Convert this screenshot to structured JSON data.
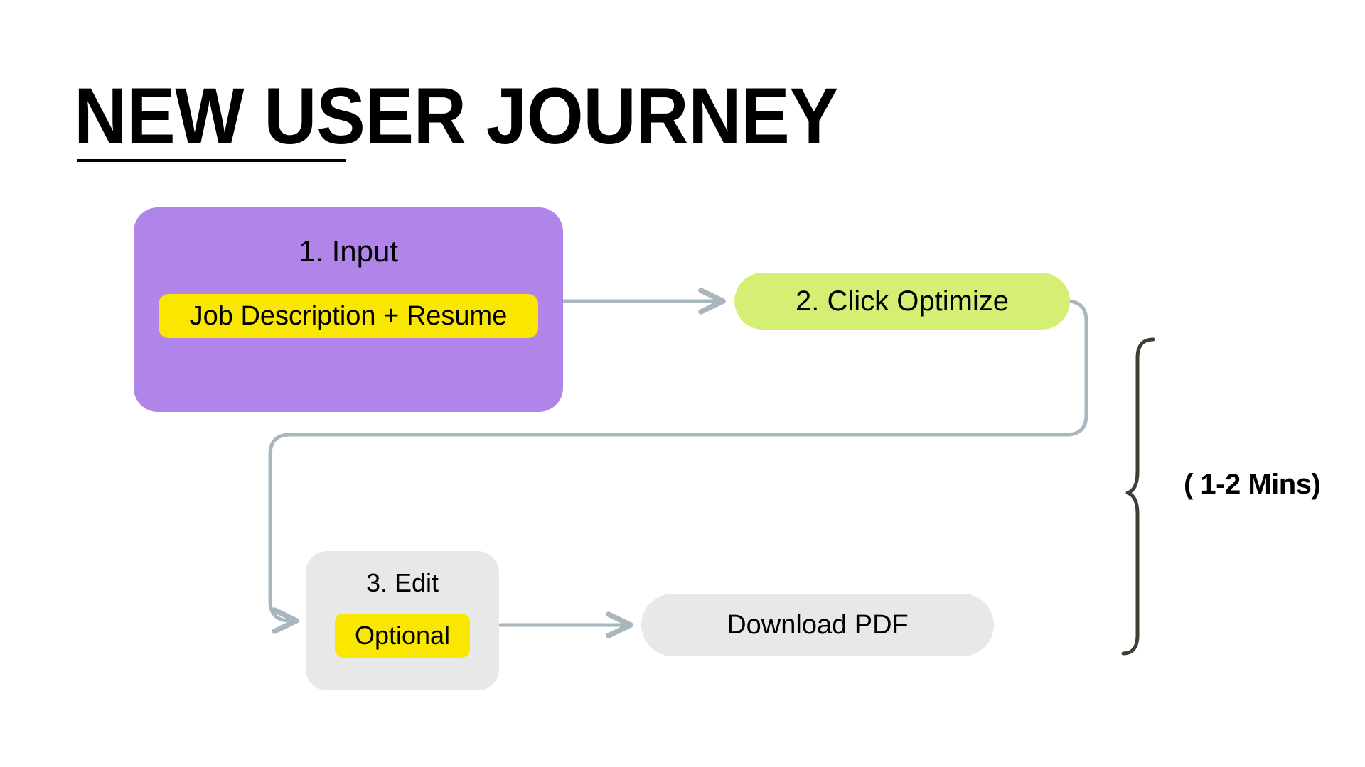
{
  "page": {
    "title": "NEW USER JOURNEY",
    "background_color": "#ffffff"
  },
  "palette": {
    "purple": "#b084e8",
    "green": "#d5ee74",
    "yellow": "#f9e700",
    "gray": "#e8e8e8",
    "connector": "#a9b6be",
    "brace": "#3a4034",
    "text": "#000000"
  },
  "steps": [
    {
      "id": "input",
      "title": "1. Input",
      "chip": "Job Description + Resume",
      "card_color": "#b084e8",
      "chip_color": "#f9e700"
    },
    {
      "id": "optimize",
      "title": "2. Click Optimize",
      "card_color": "#d5ee74"
    },
    {
      "id": "edit",
      "title": "3. Edit",
      "chip": "Optional",
      "card_color": "#e8e8e8",
      "chip_color": "#f9e700"
    },
    {
      "id": "download",
      "title": "Download PDF",
      "card_color": "#e8e8e8"
    }
  ],
  "annotation": {
    "duration_label": "( 1-2 Mins)"
  },
  "connectors": [
    {
      "name": "input-to-optimize",
      "from": "input",
      "to": "optimize",
      "style": "straight-arrow"
    },
    {
      "name": "optimize-to-edit",
      "from": "optimize",
      "to": "edit",
      "style": "orthogonal-arrow"
    },
    {
      "name": "edit-to-download",
      "from": "edit",
      "to": "download",
      "style": "straight-arrow"
    }
  ]
}
